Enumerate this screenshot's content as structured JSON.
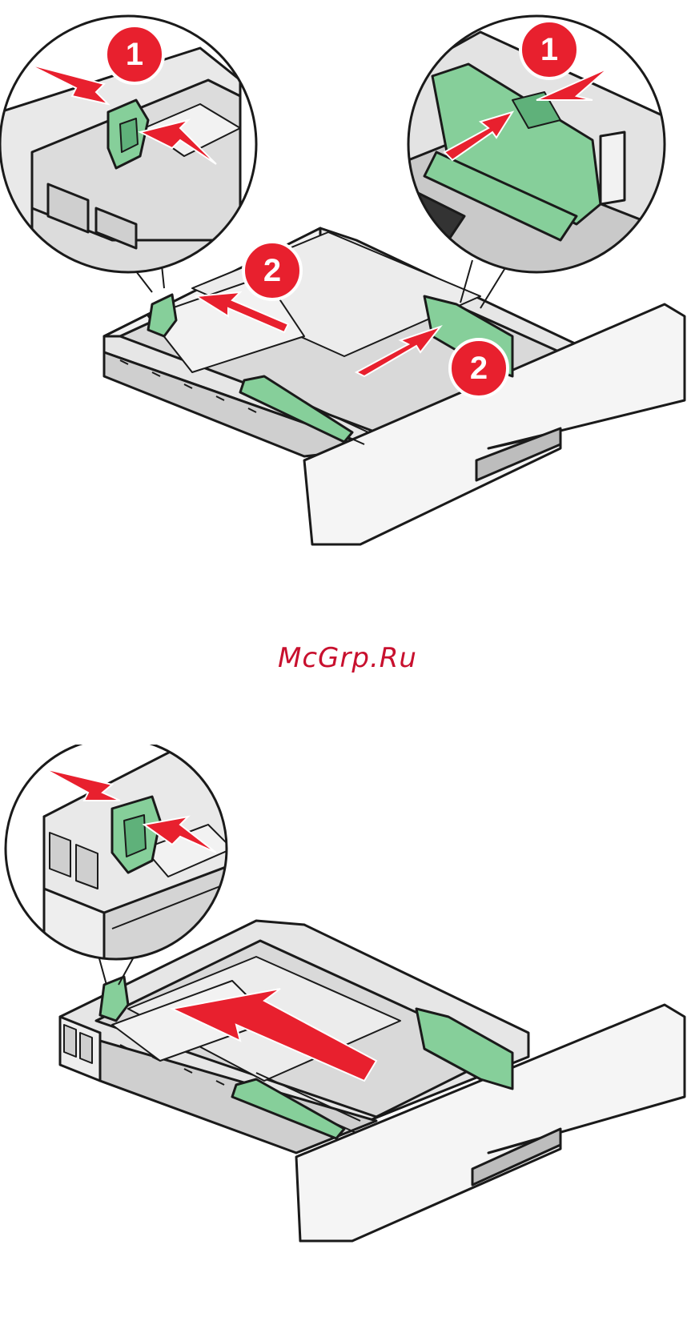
{
  "colors": {
    "outline": "#1a1a1a",
    "tray_light": "#f2f2f2",
    "tray_mid": "#d9d9d9",
    "tray_dark": "#a8a8a8",
    "guide_green": "#86cf9a",
    "guide_green_dark": "#2f8f55",
    "arrow_red": "#e8202e",
    "watermark": "#c8102e"
  },
  "figure_top": {
    "callouts": {
      "left_inset_step": "1",
      "right_inset_step": "1",
      "left_guide_step": "2",
      "right_guide_step": "2"
    },
    "icons": [
      "zoom-inset-left",
      "zoom-inset-right",
      "paper-tray",
      "length-guide",
      "width-guide",
      "red-arrow"
    ]
  },
  "watermark": "McGrp.Ru",
  "figure_bottom": {
    "icons": [
      "zoom-inset-left",
      "paper-tray",
      "length-guide",
      "width-guide",
      "red-arrow"
    ]
  }
}
